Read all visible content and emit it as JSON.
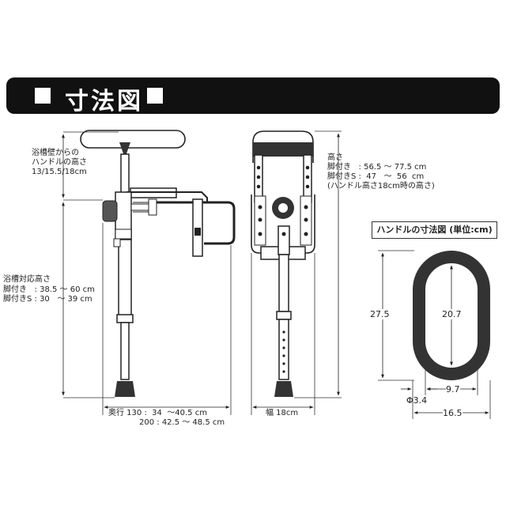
{
  "header": {
    "title": "寸法図"
  },
  "side_view": {
    "handle_height_label": "浴槽壁からの\nハンドルの高さ\n13/15.5/18cm",
    "tub_height_label": "浴槽対応高さ",
    "tub_height_legs": "脚付き   : 38.5 〜 60 cm",
    "tub_height_legs_s": "脚付きS : 30   〜 39 cm",
    "depth_130": "奥行 130 :  34  〜40.5 cm",
    "depth_200": "200 : 42.5 〜 48.5 cm"
  },
  "front_view": {
    "height_title": "高さ",
    "height_legs": "脚付き   : 56.5 〜 77.5 cm",
    "height_legs_s": "脚付きS :  47   〜  56  cm",
    "height_note": "(ハンドル高さ18cm時の高さ)",
    "width_label": "幅 18cm"
  },
  "handle_view": {
    "title": "ハンドルの寸法図 (単位:cm)",
    "outer_height": "27.5",
    "inner_height": "20.7",
    "inner_width": "9.7",
    "thickness": "Φ3.4",
    "outer_width": "16.5"
  }
}
